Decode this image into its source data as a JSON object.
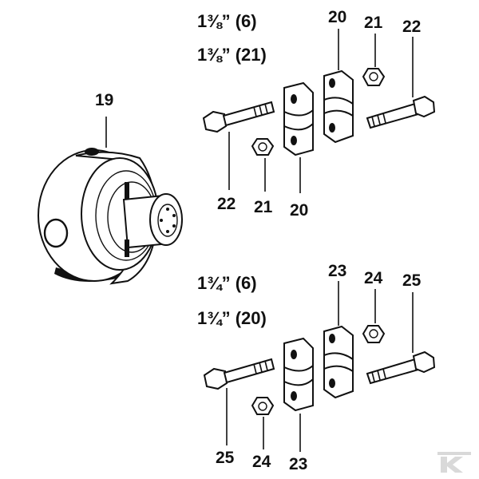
{
  "labels": {
    "coupler": "19",
    "upper_clamp_top": "20",
    "upper_nut_top": "21",
    "upper_bolt_top": "22",
    "upper_bolt_bottom": "22",
    "upper_nut_bottom": "21",
    "upper_clamp_bottom": "20",
    "lower_clamp_top": "23",
    "lower_nut_top": "24",
    "lower_bolt_top": "25",
    "lower_bolt_bottom": "25",
    "lower_nut_bottom": "24",
    "lower_clamp_bottom": "23"
  },
  "sizes": {
    "upper_line1": "1⅜” (6)",
    "upper_line2": "1⅜” (21)",
    "lower_line1": "1¾” (6)",
    "lower_line2": "1¾” (20)"
  },
  "colors": {
    "ink": "#111111",
    "watermark": "#d9d9d9"
  },
  "watermark_icon": "kramp-k-logo"
}
